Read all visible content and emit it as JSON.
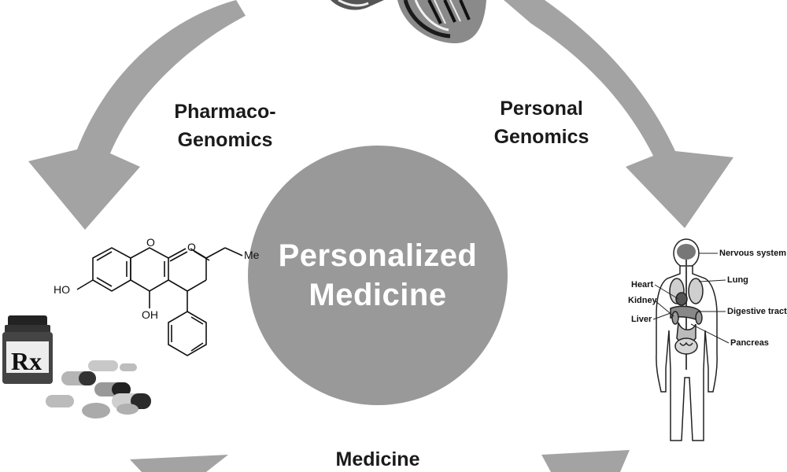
{
  "hub": {
    "line1": "Personalized",
    "line2": "Medicine"
  },
  "arcs": {
    "left": {
      "line1": "Pharmaco-",
      "line2": "Genomics"
    },
    "right": {
      "line1": "Personal",
      "line2": "Genomics"
    },
    "bottom": {
      "line1": "Medicine"
    }
  },
  "anatomy": {
    "nervous_system": "Nervous system",
    "lung": "Lung",
    "heart": "Heart",
    "kidney": "Kidney",
    "digestive_tract": "Digestive tract",
    "liver": "Liver",
    "pancreas": "Pancreas"
  },
  "molecule": {
    "ho": "HO",
    "oh": "OH",
    "me": "Me",
    "o_ring": "O",
    "o_carbonyl": "O",
    "o_ketone": "O"
  },
  "rx_bottle": {
    "label": "Rx"
  },
  "colors": {
    "arrow": "#a3a3a3",
    "hub": "#999999",
    "text": "#1a1a1a"
  }
}
